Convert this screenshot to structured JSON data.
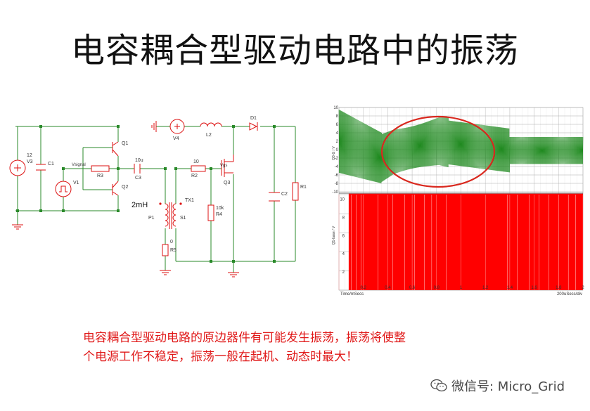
{
  "title": "电容耦合型驱动电路中的振荡",
  "caption": {
    "line1": "电容耦合型驱动电路的原边器件有可能发生振荡，振荡将使整",
    "line2": "个电源工作不稳定，振荡一般在起机、动态时最大！"
  },
  "watermark": "微信号: Micro_Grid",
  "schematic": {
    "labels": {
      "v3": "V3",
      "v3_val": "12",
      "c1": "C1",
      "vsignal": "Vsignal",
      "v1": "V1",
      "r3": "R3",
      "q1": "Q1",
      "q2": "Q2",
      "c3_val": "10u",
      "c3": "C3",
      "l2": "L2",
      "v4": "V4",
      "d1": "D1",
      "r2_val": "10",
      "r2": "R2",
      "vgs": "Vgs",
      "q3": "Q3",
      "c2": "C2",
      "r1": "R1",
      "tx1": "TX1",
      "inductance": "2mH",
      "p1": "P1",
      "s1": "S1",
      "r4_val": "10k",
      "r4": "R4",
      "r5_val": "0",
      "r5": "R5"
    }
  },
  "scope": {
    "top_ylabel": "Q3-G / V",
    "top_ticks": [
      "10",
      "8",
      "6",
      "4",
      "2",
      "0",
      "-2",
      "-4",
      "-6",
      "-8",
      "-10"
    ],
    "bottom_ylabel": "Q1-base / V",
    "bottom_ticks": [
      "10",
      "8",
      "6",
      "4",
      "2"
    ],
    "x_ticks": [
      "0.2",
      "0.4",
      "0.6",
      "0.8",
      "1",
      "1.2",
      "1.4",
      "1.6",
      "1.8",
      "2"
    ],
    "x_left_label": "Time/mSecs",
    "x_right_label": "200uSecs/div",
    "trace_color_top": "#1f8a1f",
    "trace_color_bottom": "#ff0000",
    "highlight_color": "#d9281e"
  }
}
